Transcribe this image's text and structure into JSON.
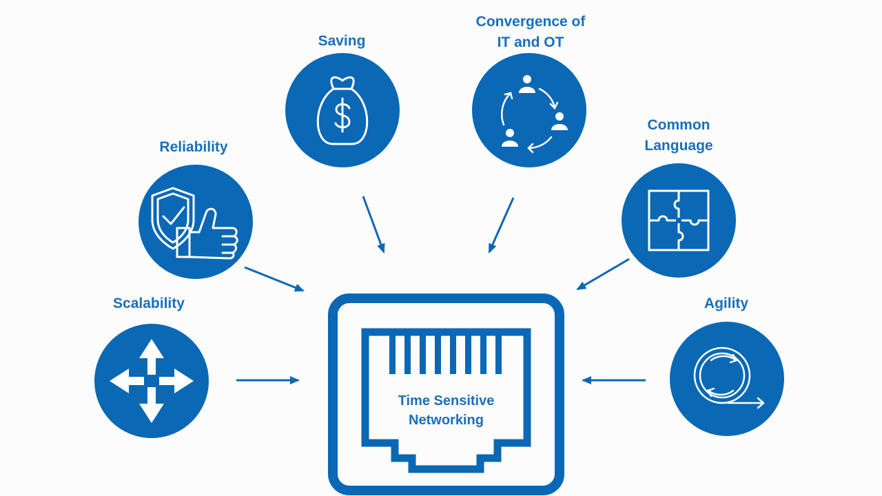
{
  "diagram": {
    "center": {
      "line1": "Time Sensitive",
      "line2": "Networking"
    },
    "benefits": [
      {
        "line1": "Scalability"
      },
      {
        "line1": "Reliability"
      },
      {
        "line1": "Saving"
      },
      {
        "line1": "Convergence of",
        "line2": "IT and OT"
      },
      {
        "line1": "Common",
        "line2": "Language"
      },
      {
        "line1": "Agility"
      }
    ]
  },
  "colors": {
    "primary": "#0a68b5",
    "text": "#1a6fba",
    "background": "#fcfcfc"
  },
  "icons": [
    "arrows-expand-icon",
    "shield-thumbs-up-icon",
    "money-bag-icon",
    "people-cycle-icon",
    "puzzle-icon",
    "refresh-icon"
  ]
}
